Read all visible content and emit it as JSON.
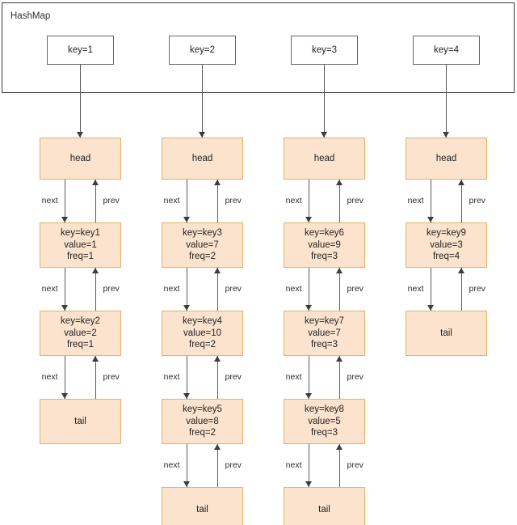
{
  "diagram": {
    "title": "HashMap",
    "type": "lfu-cache-frequency-linked-lists",
    "colors": {
      "node_fill": "#fce3cd",
      "node_border": "#e8b062",
      "key_box_fill": "#ffffff",
      "key_box_border": "#666666",
      "container_border": "#3b3b3b",
      "arrow": "#3d3d3d",
      "background": "#ffffff"
    },
    "edge_labels": {
      "next": "next",
      "prev": "prev"
    },
    "columns": [
      {
        "key_label": "key=1",
        "head_label": "head",
        "tail_label": "tail",
        "nodes": [
          {
            "key": "key=key1",
            "value": "value=1",
            "freq": "freq=1"
          },
          {
            "key": "key=key2",
            "value": "value=2",
            "freq": "freq=1"
          }
        ]
      },
      {
        "key_label": "key=2",
        "head_label": "head",
        "tail_label": "tail",
        "nodes": [
          {
            "key": "key=key3",
            "value": "value=7",
            "freq": "freq=2"
          },
          {
            "key": "key=key4",
            "value": "value=10",
            "freq": "freq=2"
          },
          {
            "key": "key=key5",
            "value": "value=8",
            "freq": "freq=2"
          }
        ]
      },
      {
        "key_label": "key=3",
        "head_label": "head",
        "tail_label": "tail",
        "nodes": [
          {
            "key": "key=key6",
            "value": "value=9",
            "freq": "freq=3"
          },
          {
            "key": "key=key7",
            "value": "value=7",
            "freq": "freq=3"
          },
          {
            "key": "key=key8",
            "value": "value=5",
            "freq": "freq=3"
          }
        ]
      },
      {
        "key_label": "key=4",
        "head_label": "head",
        "tail_label": "tail",
        "nodes": [
          {
            "key": "key=key9",
            "value": "value=3",
            "freq": "freq=4"
          }
        ]
      }
    ]
  }
}
